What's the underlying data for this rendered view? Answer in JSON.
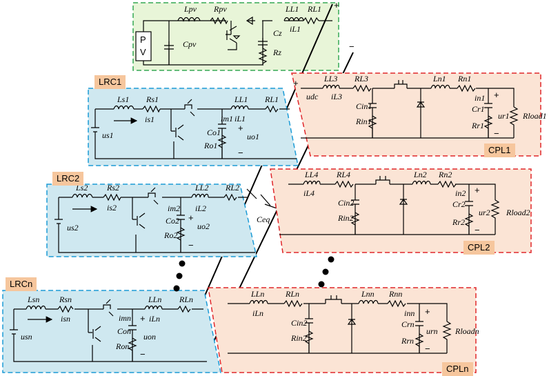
{
  "tags": {
    "lrc1": "LRC1",
    "lrc2": "LRC2",
    "lrcn": "LRCn",
    "cpl1": "CPL1",
    "cpl2": "CPL2",
    "cpln": "CPLn"
  },
  "colors": {
    "pv_border": "#34a853",
    "pv_fill": "#e8f5d8",
    "lrc_border": "#1a9ad6",
    "lrc_fill": "#cfe8f0",
    "cpl_border": "#e0262a",
    "cpl_fill": "#fbe4d5",
    "tag_fill": "#f6c69d"
  },
  "pv": {
    "source": "P V",
    "L": "Lpv",
    "R": "Rpv",
    "C": "Cpv",
    "L1": "LL1",
    "R1": "RL1",
    "Cz": "Cz",
    "Rz": "Rz",
    "i": "iL1"
  },
  "bus": {
    "plus": "+",
    "minus": "−",
    "ceq": "Ceq"
  },
  "lrc1": {
    "L": "Ls1",
    "R": "Rs1",
    "u": "us1",
    "i": "is1",
    "im": "im1",
    "Co": "Co1",
    "Ro": "Ro1",
    "uo": "uo1",
    "LL": "LL1",
    "RL": "RL1",
    "iL": "iL1"
  },
  "lrc2": {
    "L": "Ls2",
    "R": "Rs2",
    "u": "us2",
    "i": "is2",
    "im": "im2",
    "Co": "Co2",
    "Ro": "Ro2",
    "uo": "uo2",
    "LL": "LL2",
    "RL": "RL2",
    "iL": "iL2"
  },
  "lrcn": {
    "L": "Lsn",
    "R": "Rsn",
    "u": "usn",
    "i": "isn",
    "im": "imn",
    "Co": "Con",
    "Ro": "Ron",
    "uo": "uon",
    "LL": "LLn",
    "RL": "RLn",
    "iL": "iLn"
  },
  "cpl1": {
    "Lin": "LL3",
    "Rin": "RL3",
    "udc": "udc",
    "iin": "iL3",
    "Cin": "Cin1",
    "Rinx": "Rin1",
    "Ln": "Ln1",
    "Rn": "Rn1",
    "in": "in1",
    "Cr": "Cr1",
    "Rr": "Rr1",
    "ur": "ur1",
    "Rload": "Rload1"
  },
  "cpl2": {
    "Lin": "LL4",
    "Rin": "RL4",
    "iin": "iL4",
    "Cin": "Cin2",
    "Rinx": "Rin2",
    "Ln": "Ln2",
    "Rn": "Rn2",
    "in": "in2",
    "Cr": "Cr2",
    "Rr": "Rr2",
    "ur": "ur2",
    "Rload": "Rload2"
  },
  "cpln": {
    "Lin": "LLn",
    "Rin": "RLn",
    "iin": "iLn",
    "Cin": "Cin2",
    "Rinx": "Rin2",
    "Ln": "Lnn",
    "Rn": "Rnn",
    "in": "inn",
    "Cr": "Crn",
    "Rr": "Rrn",
    "ur": "urn",
    "Rload": "Rloadn"
  }
}
